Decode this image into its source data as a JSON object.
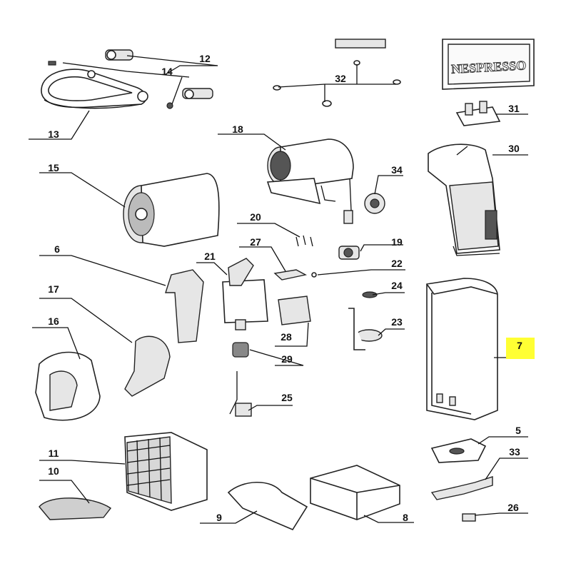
{
  "brand": "NESPRESSO",
  "highlight_color": "#ffff33",
  "callouts": [
    {
      "id": "12",
      "label": "12"
    },
    {
      "id": "14",
      "label": "14"
    },
    {
      "id": "13",
      "label": "13"
    },
    {
      "id": "32",
      "label": "32"
    },
    {
      "id": "31",
      "label": "31"
    },
    {
      "id": "18",
      "label": "18"
    },
    {
      "id": "30",
      "label": "30"
    },
    {
      "id": "15",
      "label": "15"
    },
    {
      "id": "34",
      "label": "34"
    },
    {
      "id": "20",
      "label": "20"
    },
    {
      "id": "27",
      "label": "27"
    },
    {
      "id": "19",
      "label": "19"
    },
    {
      "id": "6",
      "label": "6"
    },
    {
      "id": "21",
      "label": "21"
    },
    {
      "id": "22",
      "label": "22"
    },
    {
      "id": "24",
      "label": "24"
    },
    {
      "id": "17",
      "label": "17"
    },
    {
      "id": "23",
      "label": "23"
    },
    {
      "id": "16",
      "label": "16"
    },
    {
      "id": "28",
      "label": "28"
    },
    {
      "id": "7",
      "label": "7",
      "highlighted": true
    },
    {
      "id": "29",
      "label": "29"
    },
    {
      "id": "25",
      "label": "25"
    },
    {
      "id": "5",
      "label": "5"
    },
    {
      "id": "11",
      "label": "11"
    },
    {
      "id": "33",
      "label": "33"
    },
    {
      "id": "10",
      "label": "10"
    },
    {
      "id": "26",
      "label": "26"
    },
    {
      "id": "9",
      "label": "9"
    },
    {
      "id": "8",
      "label": "8"
    }
  ]
}
